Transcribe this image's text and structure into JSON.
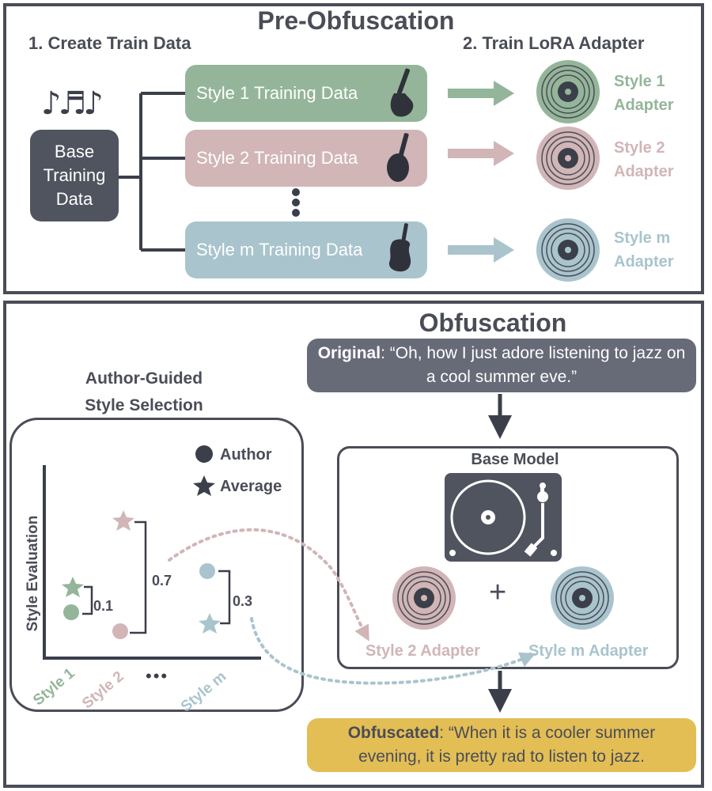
{
  "pre_obfuscation": {
    "title": "Pre-Obfuscation",
    "step1_title": "1. Create Train Data",
    "step2_title": "2. Train LoRA Adapter",
    "base_training_data": [
      "Base",
      "Training",
      "Data"
    ],
    "training_data": [
      {
        "label": "Style 1 Training Data",
        "instrument": "electric-guitar-icon",
        "color": "#94b59a"
      },
      {
        "label": "Style 2 Training Data",
        "instrument": "acoustic-guitar-icon",
        "color": "#d1b5b7"
      },
      {
        "label": "Style m Training Data",
        "instrument": "violin-icon",
        "color": "#a9c4cd"
      }
    ],
    "adapters": [
      {
        "line1": "Style 1",
        "line2": "Adapter",
        "color": "#94b59a"
      },
      {
        "line1": "Style 2",
        "line2": "Adapter",
        "color": "#d1b5b7"
      },
      {
        "line1": "Style m",
        "line2": "Adapter",
        "color": "#a9c4cd"
      }
    ],
    "music_notes": "♪♬♪"
  },
  "obfuscation": {
    "title": "Obfuscation",
    "original_label": "Original",
    "original_text": ": “Oh, how I just adore listening to jazz on a cool summer eve.”",
    "base_model_label": "Base Model",
    "plus": "+",
    "adapter_left": "Style 2 Adapter",
    "adapter_right": "Style m Adapter",
    "obfuscated_label": "Obfuscated",
    "obfuscated_text": ": “When it is a cooler summer evening, it is pretty rad to listen to jazz.",
    "colors": {
      "original_box": "#676b78",
      "obfuscated_box": "#e3be55",
      "green": "#94b59a",
      "pink": "#d1b5b7",
      "blue": "#a9c4cd"
    }
  },
  "style_selection": {
    "title_line1": "Author-Guided",
    "title_line2": "Style Selection",
    "legend_author": "Author",
    "legend_average": "Average",
    "y_axis_label": "Style Evaluation",
    "x_labels": [
      "Style 1",
      "Style 2",
      "Style m"
    ],
    "ellipsis": "•••",
    "gaps": [
      "0.1",
      "0.7",
      "0.3"
    ]
  }
}
